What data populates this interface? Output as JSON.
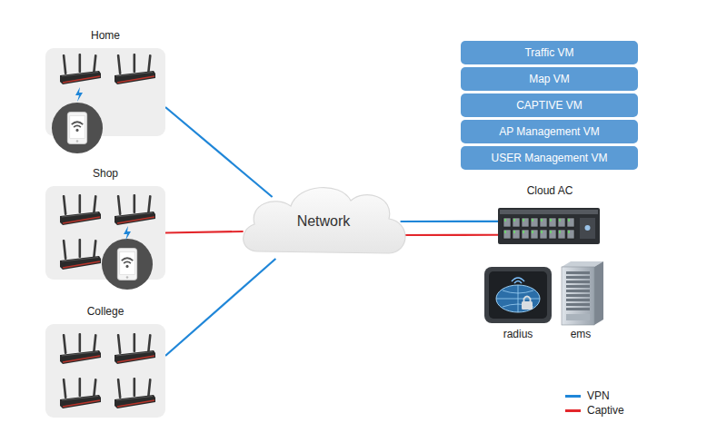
{
  "diagram": {
    "nodes": [
      {
        "text": [
          "Home"
        ]
      },
      {
        "text": [
          "Shop"
        ]
      },
      {
        "text": [
          "College"
        ]
      },
      {
        "text": [
          "Network"
        ]
      },
      {
        "text": [
          "Traffic VM"
        ]
      },
      {
        "text": [
          "Map VM"
        ]
      },
      {
        "text": [
          "CAPTIVE VM"
        ]
      },
      {
        "text": [
          "AP Management VM"
        ]
      },
      {
        "text": [
          "USER Management VM"
        ]
      },
      {
        "text": [
          "Cloud AC"
        ]
      },
      {
        "text": [
          "radius"
        ]
      },
      {
        "text": [
          "ems"
        ]
      }
    ],
    "edges": [
      {
        "from": 0,
        "to": 3,
        "arrow": "none"
      },
      {
        "from": 1,
        "to": 3,
        "arrow": "none"
      },
      {
        "from": 2,
        "to": 3,
        "arrow": "none"
      },
      {
        "from": 3,
        "to": 9,
        "arrow": "none"
      },
      {
        "from": 3,
        "to": 9,
        "arrow": "none"
      }
    ],
    "legend": [
      {
        "text": "VPN",
        "color": "#1f86d8"
      },
      {
        "text": "Captive",
        "color": "#e3262b"
      }
    ]
  }
}
